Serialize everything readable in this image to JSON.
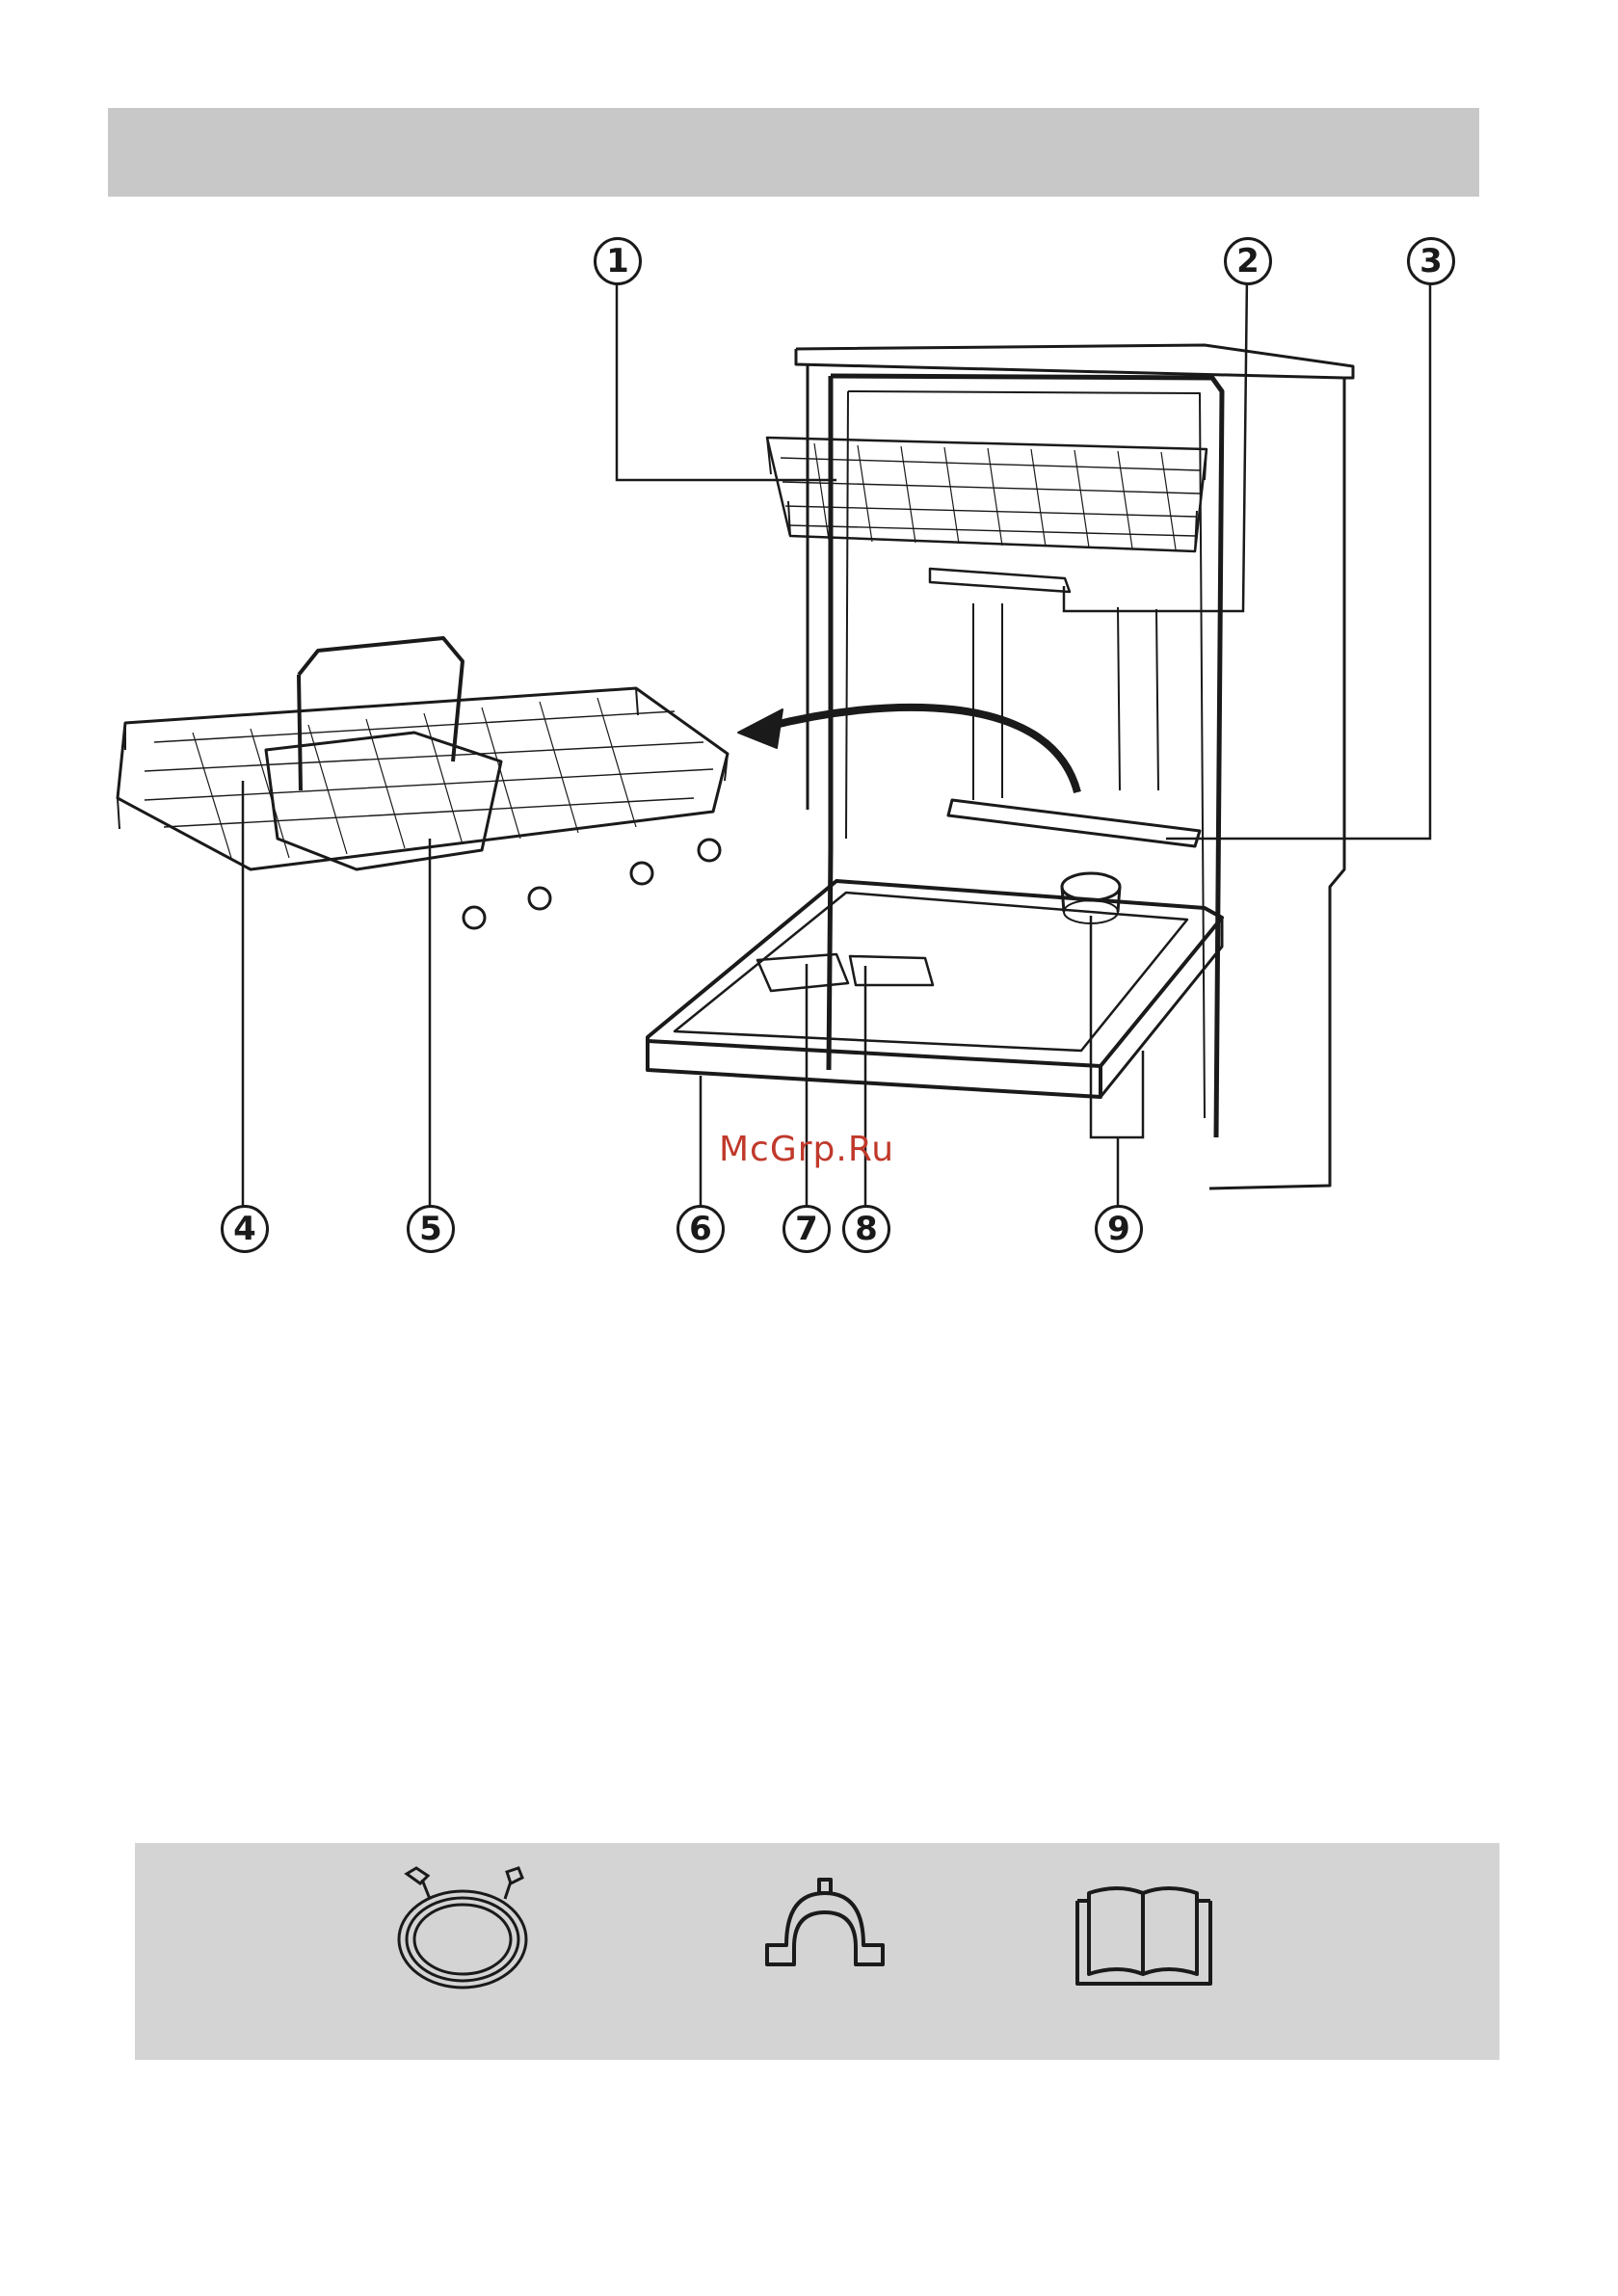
{
  "callouts": [
    "1",
    "2",
    "3",
    "4",
    "5",
    "6",
    "7",
    "8",
    "9"
  ],
  "watermark": "McGrp.Ru",
  "accessories": [
    {
      "icon": "hose-icon"
    },
    {
      "icon": "clip-icon"
    },
    {
      "icon": "manual-book-icon"
    }
  ],
  "colors": {
    "header_bar": "#c8c8c8",
    "accessories_bar": "#d4d4d4",
    "line": "#1a1a1a",
    "watermark": "#c0392b"
  }
}
